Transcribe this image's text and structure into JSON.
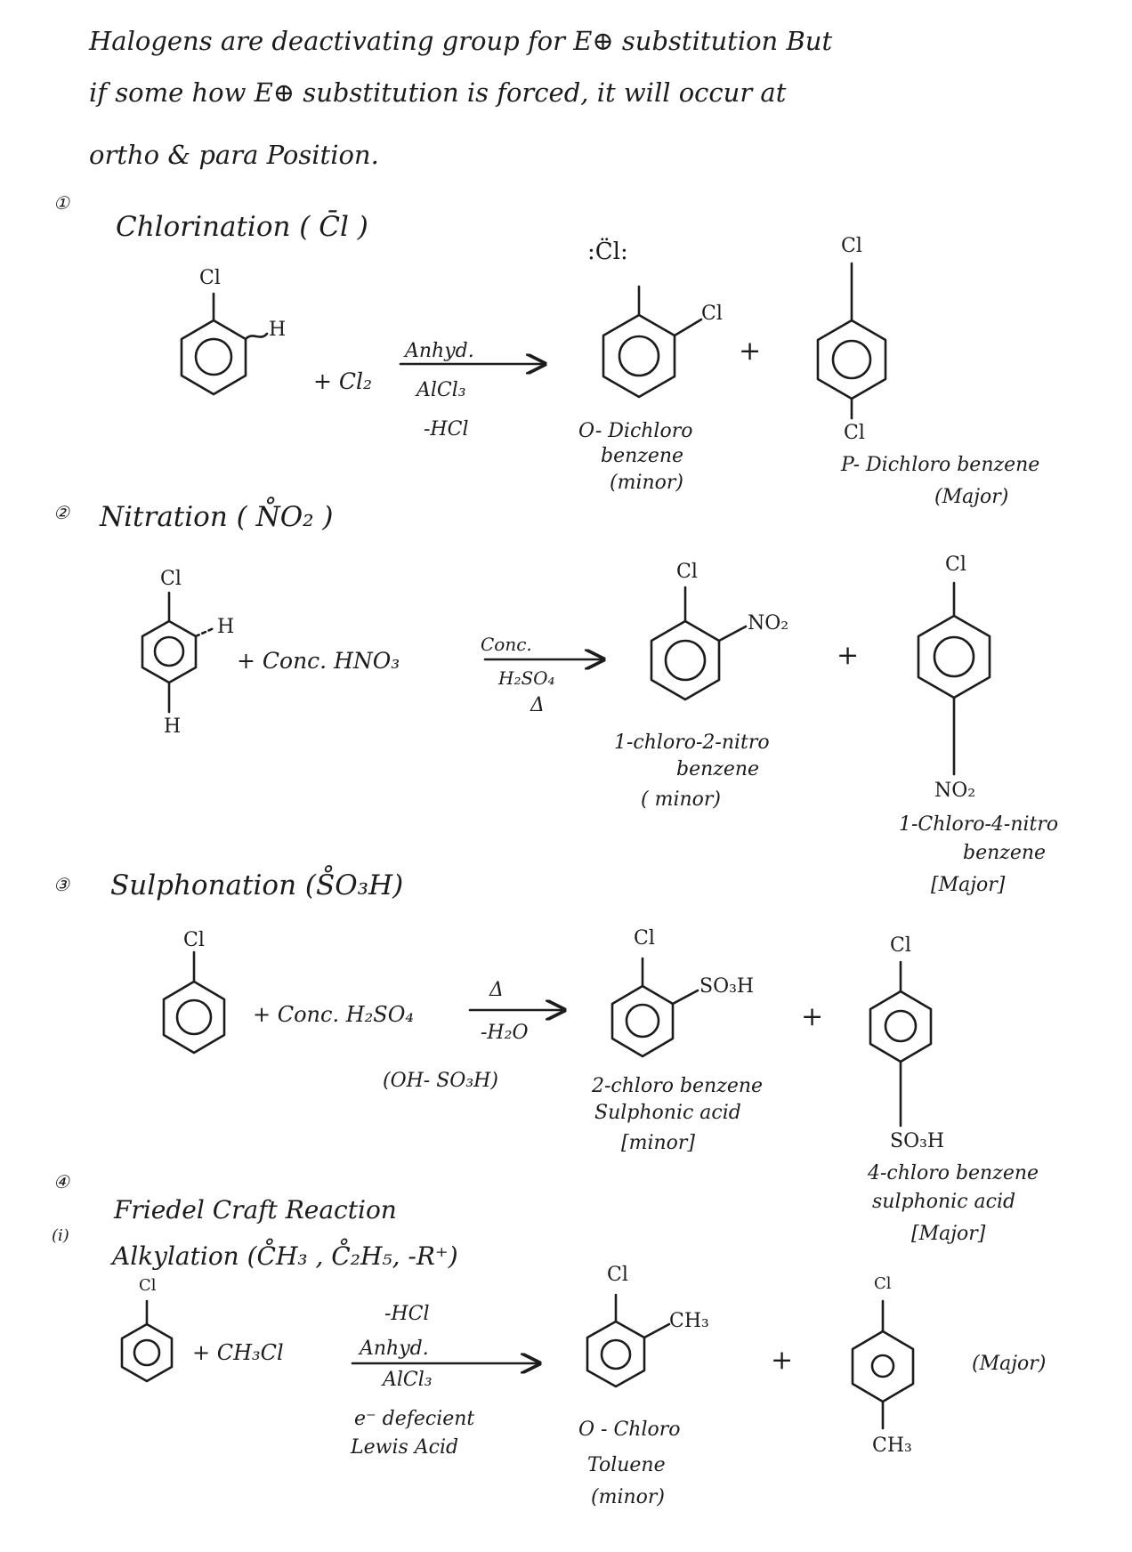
{
  "intro": {
    "line1": "Halogens are deactivating group for E⊕ substitution But",
    "line2": "if   some how   E⊕ substitution is forced, it will occur at",
    "line3": "ortho & para Position."
  },
  "sections": {
    "chlorination": {
      "marker": "①",
      "title": "Chlorination ( C̄l )",
      "reactant_sub": "Cl",
      "reactant_h": "H",
      "plus_reagent": "+ Cl₂",
      "catalyst_top": "Anhyd.",
      "catalyst_bottom": "AlCl₃",
      "byproduct": "-HCl",
      "lone_pair_label": ":C̈l:",
      "ortho_sub": "Cl",
      "ortho_name_1": "O- Dichloro",
      "ortho_name_2": "benzene",
      "ortho_tag": "(minor)",
      "plus": "+",
      "para_sub_top": "Cl",
      "para_sub_bottom": "Cl",
      "para_name": "P- Dichloro benzene",
      "para_tag": "(Major)"
    },
    "nitration": {
      "marker": "②",
      "title": "Nitration ( N̊O₂ )",
      "reactant_sub": "Cl",
      "reactant_h": "H",
      "reactant_h_bottom": "H",
      "plus_reagent": "+   Conc. HNO₃",
      "catalyst_top": "Conc.",
      "catalyst_bottom": "H₂SO₄",
      "heat": "Δ",
      "ortho_sub_top": "Cl",
      "ortho_sub": "NO₂",
      "ortho_name_1": "1-chloro-2-nitro",
      "ortho_name_2": "benzene",
      "ortho_tag": "( minor)",
      "plus": "+",
      "para_sub_top": "Cl",
      "para_sub_bottom": "NO₂",
      "para_name_1": "1-Chloro-4-nitro",
      "para_name_2": "benzene",
      "para_tag": "[Major]"
    },
    "sulphonation": {
      "marker": "③",
      "title": "Sulphonation (S̊O₃H)",
      "reactant_sub": "Cl",
      "plus_reagent": "+ Conc. H₂SO₄",
      "heat": "Δ",
      "byproduct": "-H₂O",
      "note": "(OH- SO₃H)",
      "ortho_sub_top": "Cl",
      "ortho_sub": "SO₃H",
      "ortho_name_1": "2-chloro benzene",
      "ortho_name_2": "Sulphonic acid",
      "ortho_tag": "[minor]",
      "plus": "+",
      "para_sub_top": "Cl",
      "para_sub_bottom": "SO₃H",
      "para_name_1": "4-chloro benzene",
      "para_name_2": "sulphonic acid",
      "para_tag": "[Major]"
    },
    "friedel_craft": {
      "marker": "④",
      "title": "Friedel Craft Reaction",
      "sub_marker": "(i)",
      "sub_title": "Alkylation (C̊H₃ , C̊₂H₅, -R⁺)",
      "reactant_sub": "Cl",
      "plus_reagent": "+ CH₃Cl",
      "byproduct": "-HCl",
      "catalyst_top": "Anhyd.",
      "catalyst_bottom": "AlCl₃",
      "catalyst_note_1": "e⁻ defecient",
      "catalyst_note_2": "Lewis Acid",
      "ortho_sub_top": "Cl",
      "ortho_sub": "CH₃",
      "ortho_name_1": "O - Chloro",
      "ortho_name_2": "Toluene",
      "ortho_tag": "(minor)",
      "plus": "+",
      "para_sub_top": "Cl",
      "para_sub_bottom": "CH₃",
      "para_tag": "(Major)"
    }
  }
}
